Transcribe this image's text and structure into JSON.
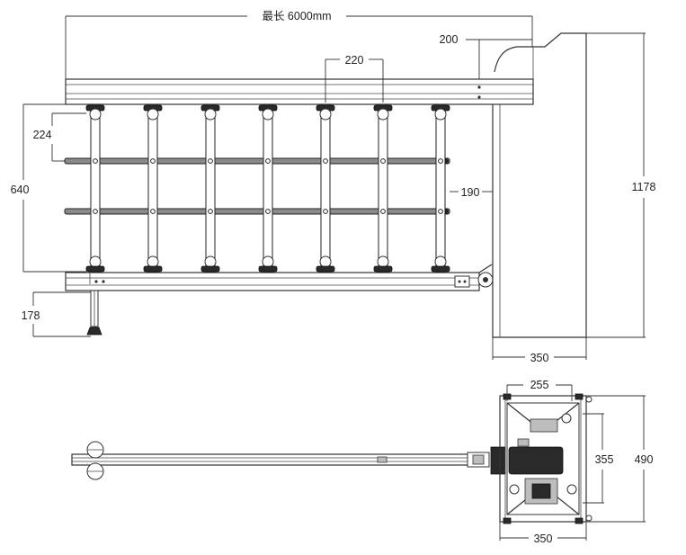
{
  "labels": {
    "max_length": "最长 6000mm",
    "dim_200": "200",
    "dim_220": "220",
    "dim_224": "224",
    "dim_640": "640",
    "dim_190": "190",
    "dim_1178": "1178",
    "dim_178": "178",
    "dim_350_top": "350",
    "dim_255": "255",
    "dim_355": "355",
    "dim_490": "490",
    "dim_350_bottom": "350"
  }
}
